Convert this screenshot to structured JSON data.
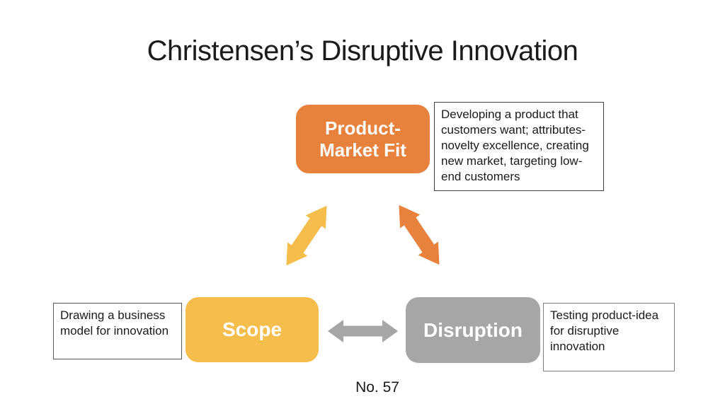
{
  "slide": {
    "title": "Christensen’s Disruptive Innovation",
    "footer": "No. 57",
    "background": "#ffffff"
  },
  "nodes": [
    {
      "id": "product_market_fit",
      "label": "Product-Market Fit",
      "fill": "#E8813C",
      "text_color": "#ffffff"
    },
    {
      "id": "scope",
      "label": "Scope",
      "fill": "#F5BD4B",
      "text_color": "#ffffff"
    },
    {
      "id": "disruption",
      "label": "Disruption",
      "fill": "#A6A6A6",
      "text_color": "#ffffff"
    }
  ],
  "annotations": [
    {
      "for": "product_market_fit",
      "text": "Developing a product that customers want; attributes-novelty excellence, creating new market, targeting low-end customers"
    },
    {
      "for": "scope",
      "text": "Drawing a business model for innovation"
    },
    {
      "for": "disruption",
      "text": "Testing product-idea for disruptive innovation"
    }
  ],
  "arrows": [
    {
      "id": "scope_pmf",
      "type": "double-headed",
      "color": "#F5BD4B",
      "connects": [
        "Scope",
        "Product-Market Fit"
      ]
    },
    {
      "id": "pmf_disruption",
      "type": "double-headed",
      "color": "#E8813C",
      "connects": [
        "Product-Market Fit",
        "Disruption"
      ]
    },
    {
      "id": "scope_disruption",
      "type": "double-headed",
      "color": "#A6A6A6",
      "connects": [
        "Scope",
        "Disruption"
      ]
    }
  ]
}
